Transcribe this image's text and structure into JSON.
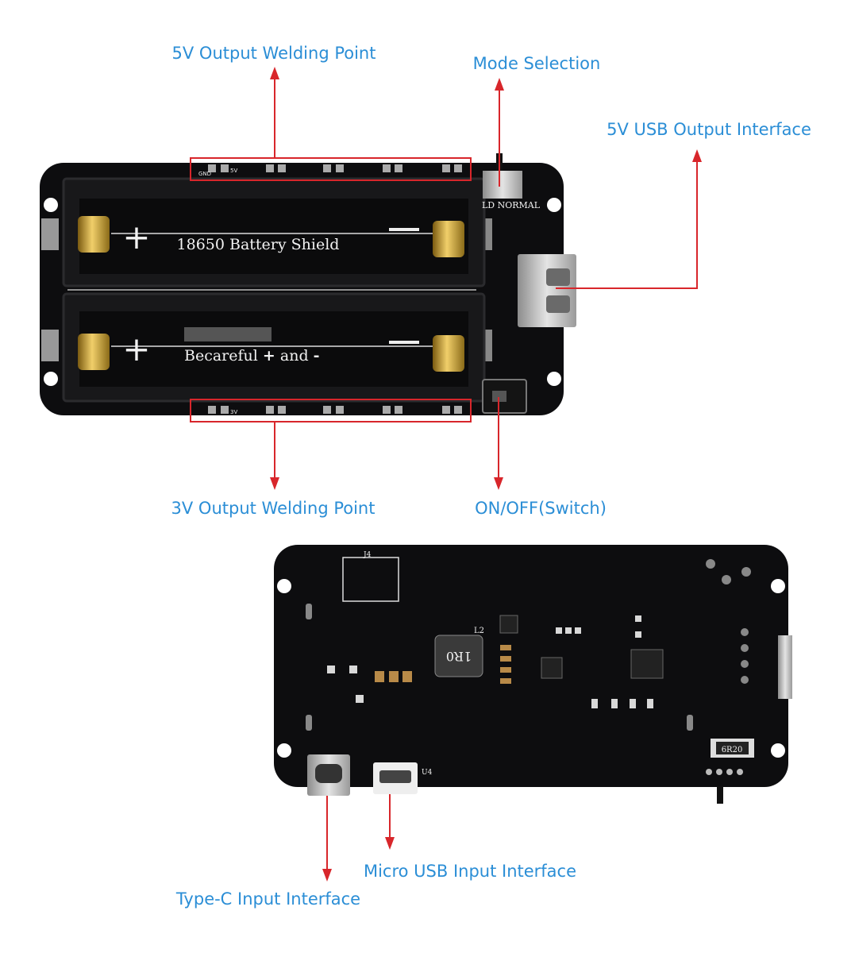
{
  "labels": {
    "out5v_weld": "5V Output Welding Point",
    "mode": "Mode Selection",
    "usb_out": "5V USB Output Interface",
    "out3v_weld": "3V Output Welding Point",
    "onoff": "ON/OFF(Switch)",
    "typec": "Type-C Input Interface",
    "microusb": "Micro USB Input Interface"
  },
  "board_text": {
    "title": "18650  Battery  Shield",
    "warning": "Becareful",
    "plus": "+",
    "and": "and",
    "minus": "-",
    "mode_text": "LD  NORMAL",
    "inductor": "1R0",
    "resistor": "6R20",
    "pad_gnd": "GND",
    "pad_5v": "5V",
    "pad_3v": "3V",
    "j4": "J4",
    "l2": "L2",
    "u4": "U4"
  },
  "colors": {
    "label": "#2b8ed6",
    "arrow": "#d8262b",
    "pcb": "#0d0d0f"
  }
}
